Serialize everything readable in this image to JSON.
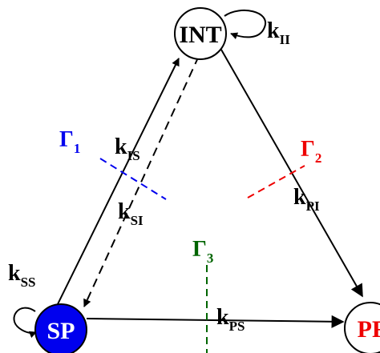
{
  "nodes": {
    "int": {
      "label": "INT",
      "fill": "#ffffff",
      "text_color": "#000000"
    },
    "sp": {
      "label": "SP",
      "fill": "#0000ee",
      "text_color": "#ffffff"
    },
    "pf": {
      "label": "PF",
      "fill": "#ffffff",
      "text_color": "#ee0000"
    }
  },
  "rates": {
    "k_ii": {
      "base": "k",
      "sub": "II"
    },
    "k_is": {
      "base": "k",
      "sub": "IS"
    },
    "k_si": {
      "base": "k",
      "sub": "SI"
    },
    "k_pi": {
      "base": "k",
      "sub": "PI"
    },
    "k_ss": {
      "base": "k",
      "sub": "SS"
    },
    "k_ps": {
      "base": "k",
      "sub": "PS"
    }
  },
  "surfaces": {
    "gamma_1": {
      "base": "Γ",
      "sub": "1",
      "color": "#0000ee"
    },
    "gamma_2": {
      "base": "Γ",
      "sub": "2",
      "color": "#ee0000"
    },
    "gamma_3": {
      "base": "Γ",
      "sub": "3",
      "color": "#006400"
    }
  }
}
